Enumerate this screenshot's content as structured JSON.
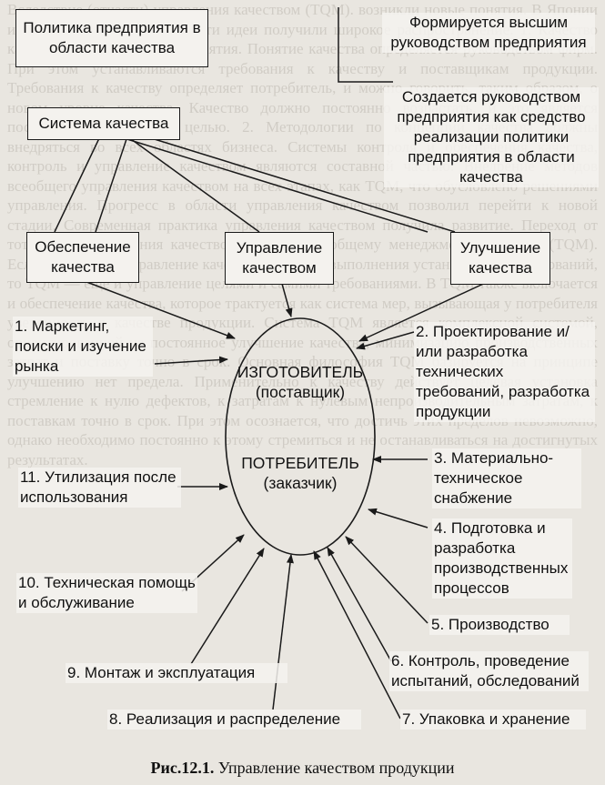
{
  "boxes": {
    "policy": "Политика предприятия в области качества",
    "system": "Система качества",
    "assurance": "Обеспечение качества",
    "management": "Управление качеством",
    "improvement": "Улучшение качества"
  },
  "notes": {
    "top_management": "Формируется высшим руководством предприятия",
    "system_purpose": "Создается руководством предприятия как средство реализации политики предприятия в области качества"
  },
  "center": {
    "manufacturer": "ИЗГОТОВИТЕЛЬ",
    "manufacturer_sub": "(поставщик)",
    "consumer": "ПОТРЕБИТЕЛЬ",
    "consumer_sub": "(заказчик)"
  },
  "stages": [
    {
      "text": "1. Маркетинг, поиски и изучение рынка"
    },
    {
      "text": "2. Проектирование и/или разработка технических требований, разработка продукции"
    },
    {
      "text": "3. Материально-техническое снабжение"
    },
    {
      "text": "4. Подготовка и разработка производственных процессов"
    },
    {
      "text": "5. Производство"
    },
    {
      "text": "6. Контроль, проведение испытаний, обследований"
    },
    {
      "text": "7. Упаковка и хранение"
    },
    {
      "text": "8. Реализация и распределение"
    },
    {
      "text": "9. Монтаж и эксплуатация"
    },
    {
      "text": "10. Техническая помощь и обслуживание"
    },
    {
      "text": "11. Утилизация после использования"
    }
  ],
  "caption": {
    "label": "Рис.12.1.",
    "text": "Управление качеством продукции"
  },
  "background_text": "Вследствие (отчасти) управления качеством (TQM). возникли новые понятия. В Японии и Западной Европе, США. Эти идеи получили широкое распространение. 1. Качество как основа стратегии предприятия. Понятие качества определяется руководством фирм. При этом устанавливаются требования к качеству и поставщикам продукции. Требования к качеству определяет потребитель, и можно говорить, таким образом, о новом уровне качества. Качество должно постоянно возрастать, и это является постоянно меняющейся целью. 2. Методологии по концепции качества должны внедряться во всех областях бизнеса. Системы контроля и обеспечения качества, контроль и управление качеством являются составной частью. Внедрение методов всеобщего управления качеством на всех этапах, как TQM, что обусловлено решениями управления. Прогресс в области управления качеством позволил перейти к новой стадии. Современная практика управления качеством получила развитие. Переход от тотального управления качеством (TQC) к всеобщему менеджменту качества (TQM). Если TQC — это управление качеством с целью выполнения установленных требований, то TQM — еще и управление целями и самими требованиями. В TQM также включается и обеспечение качества, которое трактуется как система мер, вызывающая у потребителя уверенность в качестве продукции. Система TQM является комплексной системой, ориентированной на постоянное улучшение качества, минимизацию производственных затрат и поставку точно в срок. Основная философия TQM базируется на принципе улучшению нет предела. Применительно к качеству действует целевая установка стремление к нулю дефектов, к затратам к нулевым непроизводительным затратам, к поставкам точно в срок. При этом осознается, что достичь этих пределов невозможно, однако необходимо постоянно к этому стремиться и не останавливаться на достигнутых результатах."
}
